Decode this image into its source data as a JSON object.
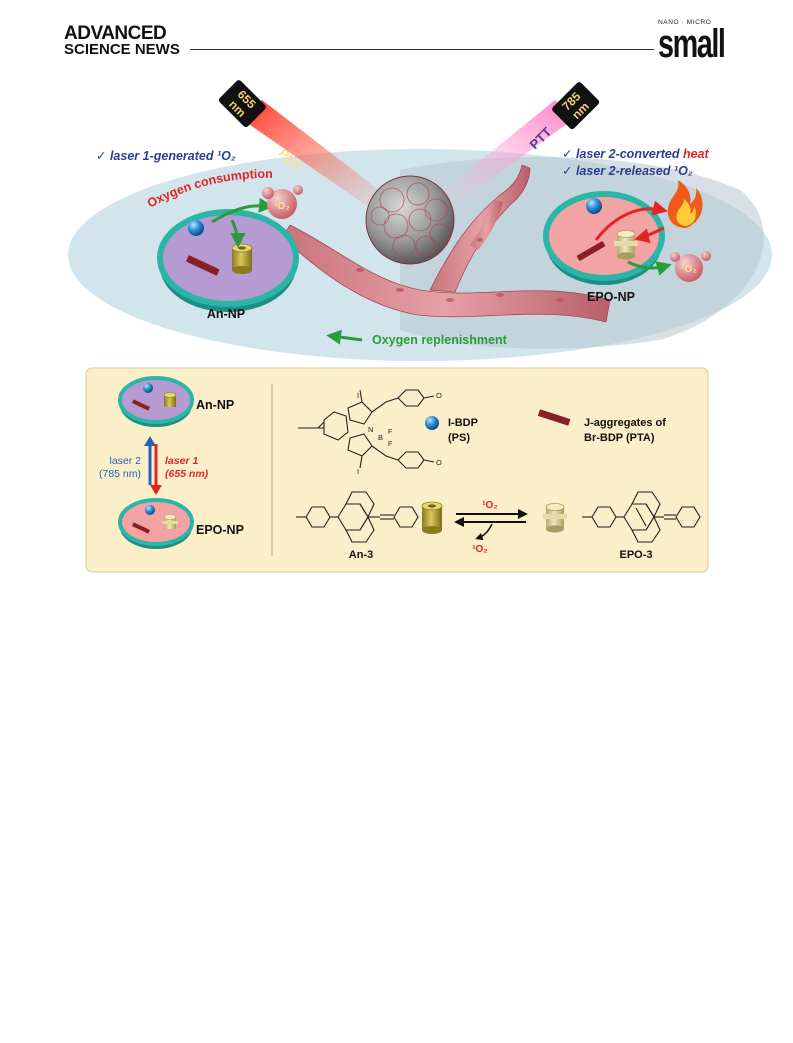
{
  "header": {
    "journal_left_line1": "ADVANCED",
    "journal_left_line2": "SCIENCE NEWS",
    "journal_right_small": "NANO · MICRO",
    "journal_right_big": "small"
  },
  "figure_top": {
    "laser1_line1": "655",
    "laser1_line2": "nm",
    "laser1_mode": "PDT",
    "laser2_line1": "785",
    "laser2_line2": "nm",
    "laser2_mode": "PTT",
    "check_left": "✓ laser 1-generated ¹O₂",
    "check_right_1a": "✓ laser 2-converted ",
    "check_right_1b": "heat",
    "check_right_2": "✓ laser 2-released ¹O₂",
    "oxygen_consumption": "Oxygen consumption",
    "oxygen_replenishment": "Oxygen replenishment",
    "singlet_oxygen": "¹O₂",
    "np_left_label": "An-NP",
    "np_right_label": "EPO-NP"
  },
  "figure_bottom": {
    "np_top_label": "An-NP",
    "np_bottom_label": "EPO-NP",
    "laser2_label_1": "laser 2",
    "laser2_label_2": "(785 nm)",
    "laser1_label_1": "laser 1",
    "laser1_label_2": "(655 nm)",
    "legend_ibdp_1": "I-BDP",
    "legend_ibdp_2": "(PS)",
    "legend_jagg_1": "J-aggregates of",
    "legend_jagg_2": "Br-BDP (PTA)",
    "atom_n": "N",
    "atom_b": "B",
    "atom_f1": "F",
    "atom_f2": "F",
    "atom_i1": "I",
    "atom_i2": "I",
    "atom_o1": "O",
    "atom_o2": "O",
    "an3_label": "An-3",
    "epo3_label": "EPO-3",
    "o2_top": "¹O₂",
    "o2_bottom": "¹O₂"
  },
  "colors": {
    "blue_text": "#2b3f8f",
    "red_text": "#e02525",
    "green_arrow": "#2a9d3a",
    "np_rim": "#2bb5a6",
    "an_np_fill": "#b59bd2",
    "epo_np_fill": "#f3a3a3",
    "panel_bg": "#fbefc9"
  }
}
